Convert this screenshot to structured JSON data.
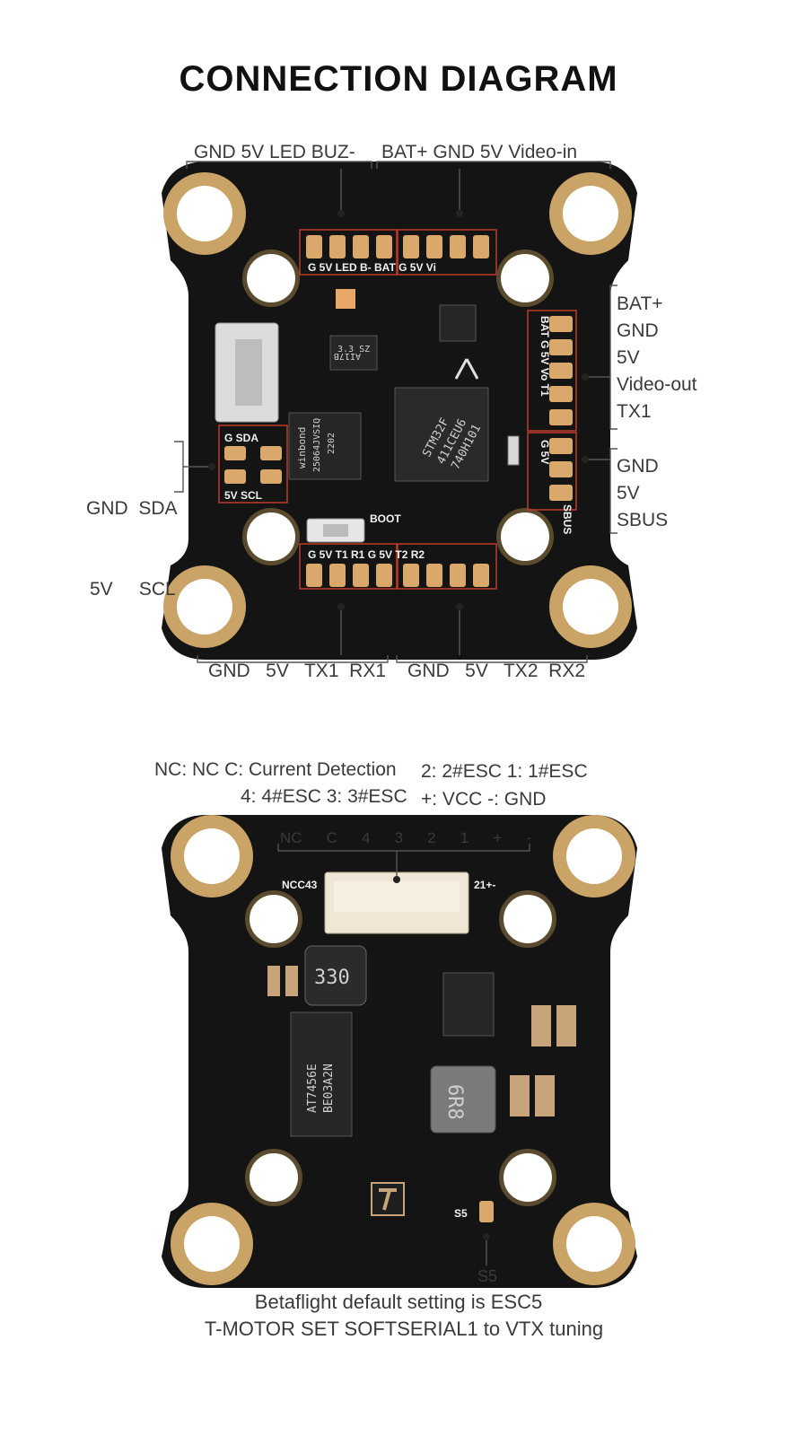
{
  "title": "CONNECTION  DIAGRAM",
  "top_board": {
    "pads_top_left_label": "GND  5V  LED  BUZ-",
    "pads_top_right_label": "BAT+  GND  5V   Video-in",
    "pads_right_upper": [
      "BAT+",
      "GND",
      "5V",
      "Video-out",
      "TX1"
    ],
    "pads_right_lower": [
      "GND",
      "5V",
      "SBUS"
    ],
    "pads_left": {
      "row1": "GND  SDA",
      "row2": "5V     SCL"
    },
    "pads_bottom_left_label": "GND   5V   TX1  RX1",
    "pads_bottom_right_label": "GND   5V   TX2  RX2",
    "silk_top": "G 5V LED B-  BAT G  5V  Vi",
    "silk_right": "BAT G 5V Vo T1",
    "silk_right_lower": "G 5V",
    "silk_sbus": "SBUS",
    "silk_bottom": "G  5V T1  R1   G  5V T2 R2",
    "silk_left_top": "G      SDA",
    "silk_left_bottom": "5V     SCL",
    "silk_boot": "BOOT",
    "mcu_text": [
      "STM32F",
      "411CEU6",
      "740H101"
    ],
    "flash_text": [
      "winbond",
      "25064JVSIQ",
      "2202"
    ],
    "ldo_text": [
      "AI17B",
      "3.3 SZ"
    ]
  },
  "bottom_board": {
    "legend_left_1": "NC: NC  C: Current Detection",
    "legend_left_2": "4: 4#ESC  3: 3#ESC",
    "legend_right_1": "2: 2#ESC  1: 1#ESC",
    "legend_right_2": "+: VCC  -: GND",
    "connector_pins": [
      "NC",
      "C",
      "4",
      "3",
      "2",
      "1",
      "+",
      "-"
    ],
    "s5_label": "S5",
    "note_1": "Betaflight default setting is ESC5",
    "note_2": "T-MOTOR SET SOFTSERIAL1 to VTX tuning",
    "chip_text": [
      "AT7456E",
      "BE03A2N"
    ],
    "inductor_1": "330",
    "inductor_2": "6R8",
    "silk_conn_left": "NCC43",
    "silk_conn_right": "21+-",
    "silk_s5": "S5"
  },
  "colors": {
    "pcb": "#141414",
    "pad_gold": "#d9a86a",
    "ring_gold": "#caa366",
    "highlight_box": "#c0392b",
    "label_text": "#3a3a3a"
  }
}
